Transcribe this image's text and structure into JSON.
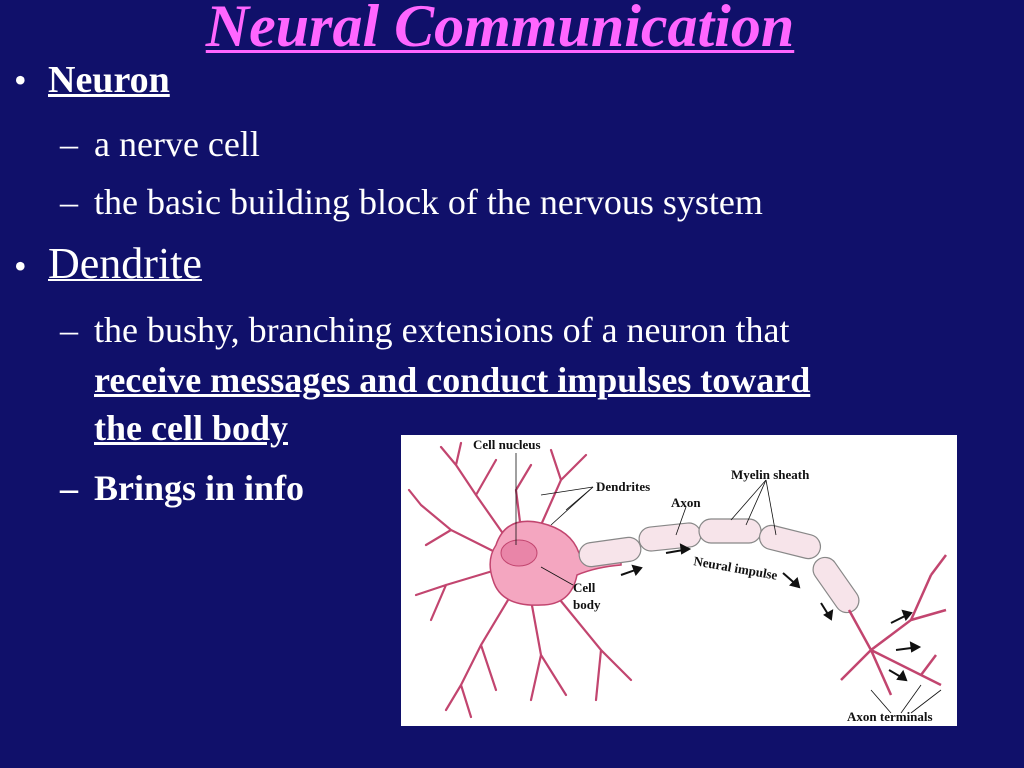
{
  "slide": {
    "title": "Neural Communication",
    "bullets": [
      {
        "term": "Neuron",
        "items": [
          "a nerve cell",
          "the basic building block of the nervous system"
        ]
      },
      {
        "term": "Dendrite",
        "items": [
          {
            "text": "the bushy, branching extensions of a neuron that",
            "emphasis_line1": "receive messages and conduct impulses toward",
            "emphasis_line2": "the cell body"
          },
          "Brings in info"
        ]
      }
    ],
    "bullet_char": "•",
    "dash_char": "–"
  },
  "diagram": {
    "labels": {
      "cell_nucleus": "Cell nucleus",
      "dendrites": "Dendrites",
      "axon": "Axon",
      "myelin_sheath": "Myelin sheath",
      "neural_impulse": "Neural impulse",
      "cell": "Cell",
      "body": "body",
      "axon_terminals": "Axon terminals"
    },
    "colors": {
      "cell_fill": "#f4a6c0",
      "cell_stroke": "#c2456f",
      "myelin_fill": "#f7e4ea",
      "background": "#ffffff"
    }
  },
  "colors": {
    "background": "#10106a",
    "title": "#ff66ff",
    "text": "#ffffff"
  }
}
